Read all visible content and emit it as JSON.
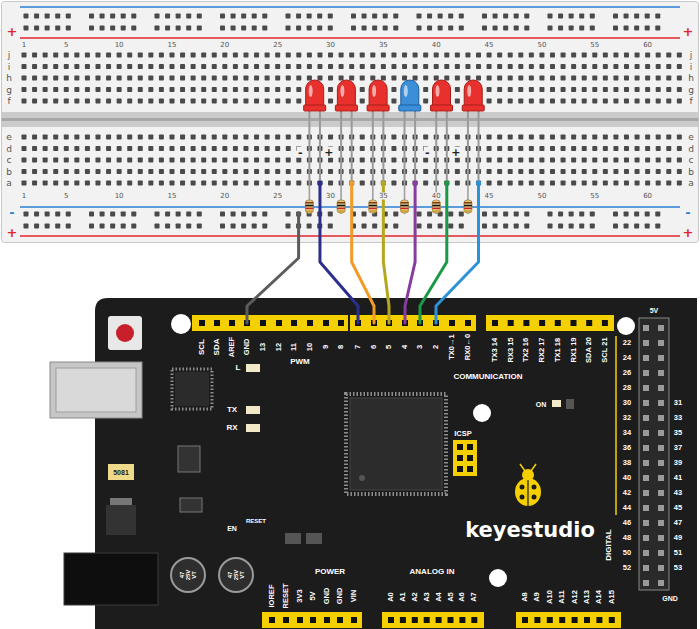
{
  "diagram": {
    "labels": [
      "1",
      "5",
      "10",
      "15",
      "20",
      "25",
      "30",
      "35",
      "40",
      "45",
      "50",
      "55",
      "60",
      "1",
      "5",
      "10",
      "15",
      "20",
      "25",
      "30",
      "35",
      "40",
      "45",
      "50",
      "55",
      "60",
      "j",
      "i",
      "h",
      "g",
      "f",
      "j",
      "i",
      "h",
      "g",
      "f",
      "e",
      "d",
      "c",
      "b",
      "a",
      "e",
      "d",
      "c",
      "b",
      "a",
      "+",
      "+",
      "-",
      "+",
      "-",
      "+",
      "-",
      "+",
      "-",
      "+",
      "SCL",
      "SDA",
      "AREF",
      "GND",
      "13",
      "12",
      "11",
      "10",
      "9",
      "8",
      "7",
      "6",
      "5",
      "4",
      "3",
      "2",
      "TX0→1",
      "RX0←0",
      "TX3 14",
      "RX3 15",
      "TX2 16",
      "RX2 17",
      "TX1 18",
      "RX1 19",
      "SDA 20",
      "SCL 21",
      "PWM",
      "L",
      "TX",
      "RX",
      "COMMUNICATION",
      "ON",
      "ICSP",
      "keyestudio",
      "DIGITAL",
      "5V",
      "GND",
      "EN",
      "RESET",
      "5081",
      "POWER",
      "ANALOG IN",
      "47",
      "25V",
      "VT",
      "47",
      "25V",
      "VT",
      "IOREF",
      "RESET",
      "3V3",
      "5V",
      "GND",
      "GND",
      "VIN",
      "A0",
      "A1",
      "A2",
      "A3",
      "A4",
      "A5",
      "A6",
      "A7",
      "A8",
      "A9",
      "A10",
      "A11",
      "A12",
      "A13",
      "A14",
      "A15",
      "22",
      "24",
      "26",
      "28",
      "30",
      "32",
      "34",
      "36",
      "38",
      "40",
      "42",
      "44",
      "46",
      "48",
      "50",
      "52",
      "31",
      "33",
      "35",
      "37",
      "39",
      "41",
      "43",
      "45",
      "47",
      "49",
      "51",
      "53"
    ]
  }
}
